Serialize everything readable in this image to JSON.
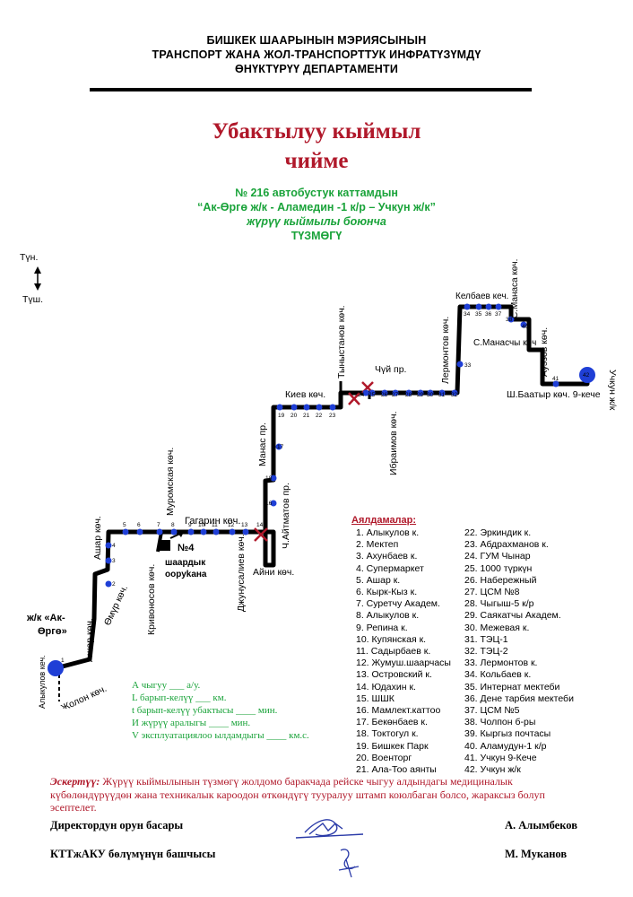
{
  "header": {
    "line1": "БИШКЕК ШААРЫНЫН  МЭРИЯСЫНЫН",
    "line2": "ТРАНСПОРТ ЖАНА ЖОЛ-ТРАНСПОРТТУК ИНФРАТҮЗҮМДҮ",
    "line3": "ӨНҮКТҮРҮҮ ДЕПАРТАМЕНТИ"
  },
  "title": {
    "line1": "Убактылуу кыймыл",
    "line2": "чийме"
  },
  "subtitle": {
    "line1": "№ 216  автобустук каттамдын",
    "line2": "“Ак-Өргө ж/к  - Аламедин -1 к/р – Учкун ж/к”",
    "line3": "жүрүү кыймылы боюнча",
    "line4": "ТҮЗМӨГҮ"
  },
  "compass": {
    "north": "Түн.",
    "south": "Түш."
  },
  "map_labels": {
    "ak_orgo": "ж/к «Ак-\nӨргө»",
    "alykulov": "Алыкулов кеч.",
    "jolon": "Жолон көч.",
    "ashar_low": "Ашар көч.",
    "omur": "Өмүр көч.",
    "ashar_up": "Ашар көч.",
    "krivonosov": "Кривоносов көч.",
    "muromskaya": "Муромская  көч.",
    "gagarin": "Гагарин  көч.",
    "school_num": "№4",
    "school_text": "шаардык\nооруkана",
    "djunusaliev": "Джунусалиев көч.",
    "aini": "Айни көч.",
    "aitmatov": "Ч.Айтматов пр.",
    "manas": "Манас пр.",
    "kiev": "Киев көч.",
    "tynystanov": "Тыныстанов  көч.",
    "chuy": "Чүй пр.",
    "ibraimov": "Ибраимов көч.",
    "lermontov": "Лермонтов көч.",
    "kelbaev": "Келбаев кеч.",
    "s_manasa": "С.Манаса көч.",
    "s_manaschy": "С.Манасчы көч",
    "auezov": "Ауэзов көч.",
    "sh_baatyr": "Ш.Баатыр көч. 9-кече",
    "uchkun": "Учкун ж/к"
  },
  "stops_title": "Аялдамалар:",
  "stops_col1": [
    "1. Алыкулов к.",
    "2. Мектеп",
    "3. Ахунбаев к.",
    "4. Супермаркет",
    "5. Ашар к.",
    "6. Кырк-Кыз к.",
    "7. Суретчу Академ.",
    "8. Алыкулов к.",
    "9. Репина к.",
    "10. Купянская к.",
    "11. Садырбаев к.",
    "12. Жумуш.шаарчасы",
    "13. Островский к.",
    "14. Юдахин к.",
    "15. ШШК",
    "16. Мамлект.каттоо",
    "17. Бекөнбаев к.",
    "18. Токтогул к.",
    "19. Бишкек Парк",
    "20. Военторг",
    "21. Ала-Тоо аянты"
  ],
  "stops_col2": [
    "22. Эркиндик к.",
    "23. Абдрахманов к.",
    "24. ГУМ Чынар",
    "25. 1000 түркүн",
    "26. Набережный",
    "27. ЦСМ №8",
    "28. Чыгыш-5 к/р",
    "29. Саякатчы Академ.",
    "30. Межевая к.",
    "31. ТЭЦ-1",
    "32. ТЭЦ-2",
    "33. Лермонтов к.",
    "34. Кольбаев к.",
    "35. Интернат мектеби",
    "36. Дене тарбия мектеби",
    "37. ЦСМ №5",
    "38. Чолпон б-ры",
    "39. Кыргыз почтасы",
    "40. Аламудун-1 к/р",
    "41. Учкун 9-Кече",
    "42. Учкун ж/к"
  ],
  "params": [
    "А чыгуу  ___  а/у.",
    "L барып-келүү  ___ км.",
    "t барып-келүү убактысы ____ мин.",
    "И жүрүү аралыгы  ____  мин.",
    "V эксплуатациялоо ылдамдыгы ____ км.с."
  ],
  "note": {
    "label": "Эскертүү:",
    "text": " Жүрүү кыймылынын түзмөгү жолдомо баракчада рейске чыгуу алдындагы медициналык күбөлөндүрүүдөн жана техникалык кароодон өткөндүгү тууралуу штамп коюлбаган болсо, жараксыз болуп эсептелет."
  },
  "signatures": {
    "role1": "Директордун орун басары",
    "name1": "А. Алымбеков",
    "role2": "КТТжАКУ  бөлүмүнүн башчысы",
    "name2": "М. Муканов"
  },
  "colors": {
    "title_red": "#b0182a",
    "green_text": "#1aa33a",
    "stop_blue": "#1f3fd6",
    "cross_red": "#b0182a"
  }
}
